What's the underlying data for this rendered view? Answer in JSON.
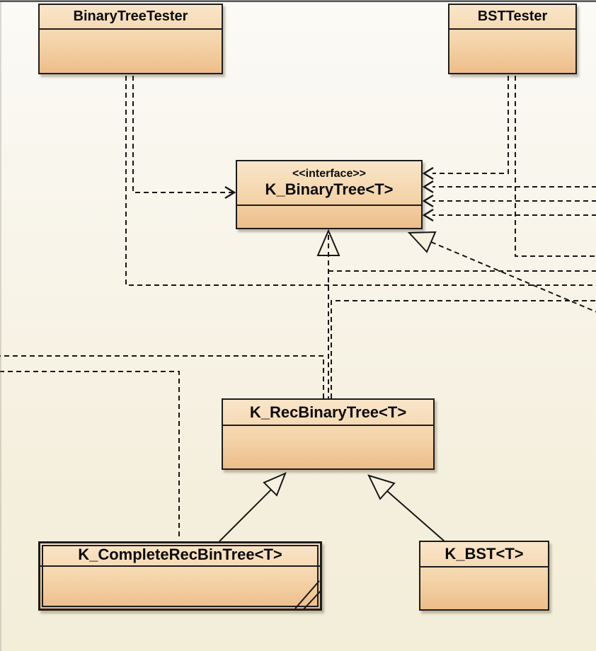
{
  "diagram": {
    "kind": "uml-class-diagram",
    "nodes": {
      "binary_tree_tester": {
        "name": "BinaryTreeTester",
        "kind": "class"
      },
      "bst_tester": {
        "name": "BSTTester",
        "kind": "class"
      },
      "k_binary_tree": {
        "name": "K_BinaryTree<T>",
        "stereotype": "<<interface>>",
        "kind": "interface"
      },
      "k_rec_binary_tree": {
        "name": "K_RecBinaryTree<T>",
        "kind": "class"
      },
      "k_complete_rec_bin_tree": {
        "name": "K_CompleteRecBinTree<T>",
        "kind": "class",
        "decoration": "double-border-with-corner-slashes"
      },
      "k_bst": {
        "name": "K_BST<T>",
        "kind": "class"
      }
    },
    "relationships": [
      {
        "from": "BinaryTreeTester",
        "to": "K_BinaryTree<T>",
        "type": "dependency",
        "style": "dashed-open-arrow"
      },
      {
        "from": "BinaryTreeTester",
        "to": "offscreen-right",
        "type": "dashed-connector"
      },
      {
        "from": "BSTTester",
        "to": "K_BinaryTree<T>",
        "type": "dependency",
        "style": "dashed-open-arrow"
      },
      {
        "from": "BSTTester",
        "to": "offscreen-right",
        "type": "dashed-connector"
      },
      {
        "from": "offscreen-right",
        "to": "K_BinaryTree<T>",
        "type": "dependency",
        "style": "dashed-open-arrow",
        "count": 3
      },
      {
        "from": "offscreen-right",
        "to": "K_BinaryTree<T>",
        "type": "realization",
        "style": "dashed-hollow-triangle"
      },
      {
        "from": "K_RecBinaryTree<T>",
        "to": "K_BinaryTree<T>",
        "type": "realization",
        "style": "dashed-hollow-triangle"
      },
      {
        "from": "K_RecBinaryTree<T>",
        "to": "offscreen-left",
        "type": "dashed-connector"
      },
      {
        "from": "K_RecBinaryTree<T>",
        "to": "offscreen-right",
        "type": "dashed-connector",
        "count": 2
      },
      {
        "from": "K_CompleteRecBinTree<T>",
        "to": "K_RecBinaryTree<T>",
        "type": "generalization",
        "style": "solid-hollow-triangle"
      },
      {
        "from": "K_CompleteRecBinTree<T>",
        "to": "offscreen-left",
        "type": "dashed-connector"
      },
      {
        "from": "K_BST<T>",
        "to": "K_RecBinaryTree<T>",
        "type": "generalization",
        "style": "solid-hollow-triangle"
      }
    ],
    "colors": {
      "node_fill_top": "#f9e5c9",
      "node_fill_bottom": "#edbd8a",
      "node_border": "#1c1c1c",
      "edge": "#161616",
      "background_top": "#fbfaf6",
      "background_bottom": "#f3eed8",
      "window_top_strip": "#58585a"
    }
  }
}
